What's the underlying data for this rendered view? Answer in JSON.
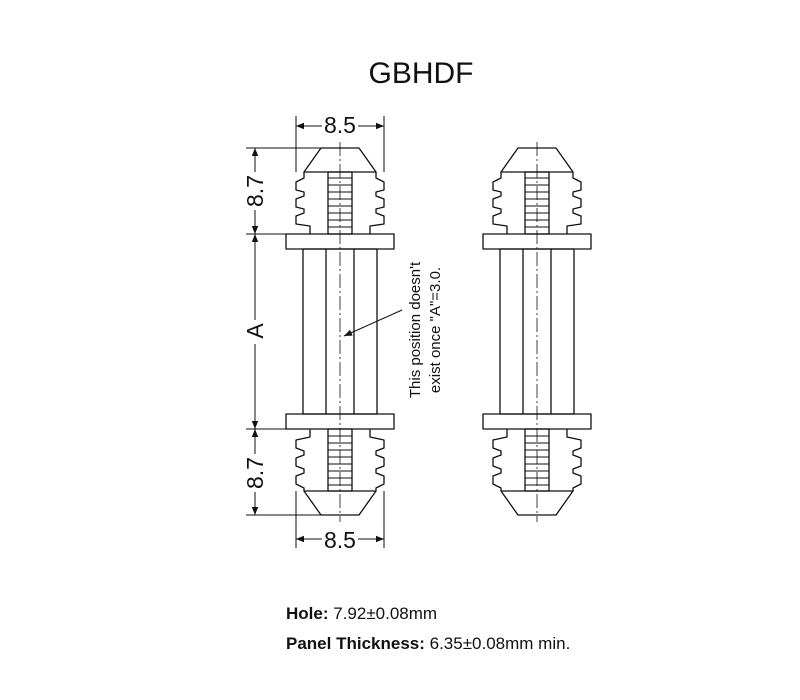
{
  "title": "GBHDF",
  "dimensions": {
    "top_width": "8.5",
    "bottom_width": "8.5",
    "top_height": "8.7",
    "bottom_height": "8.7",
    "middle_length": "A"
  },
  "note": {
    "line1": "This position doesn't",
    "line2": "exist once \"A\"=3.0."
  },
  "specs": {
    "hole_label": "Hole:",
    "hole_value": "7.92±0.08mm",
    "panel_label": "Panel Thickness:",
    "panel_value": "6.35±0.08mm min."
  }
}
